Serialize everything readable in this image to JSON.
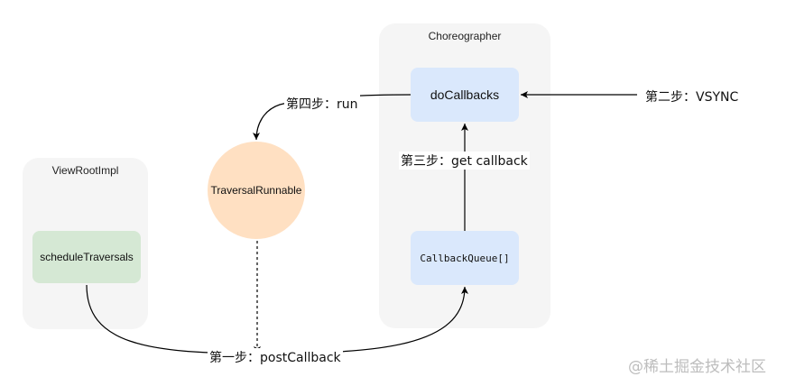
{
  "containers": {
    "view_root_impl": {
      "title": "ViewRootImpl"
    },
    "choreographer": {
      "title": "Choreographer"
    }
  },
  "nodes": {
    "schedule_traversals": "scheduleTraversals",
    "traversal_runnable": "TraversalRunnable",
    "do_callbacks": "doCallbacks",
    "callback_queue": "CallbackQueue[]"
  },
  "edge_labels": {
    "step1": "第一步：postCallback",
    "step2": "第二步：VSYNC",
    "step3": "第三步：get callback",
    "step4": "第四步：run"
  },
  "watermark": "@稀土掘金技术社区",
  "colors": {
    "container_bg": "#f5f5f5",
    "green_node": "#d5e8d4",
    "blue_node": "#dae8fc",
    "orange_circle": "#ffe0c2",
    "edge": "#000000",
    "watermark": "#bdbdbd"
  }
}
